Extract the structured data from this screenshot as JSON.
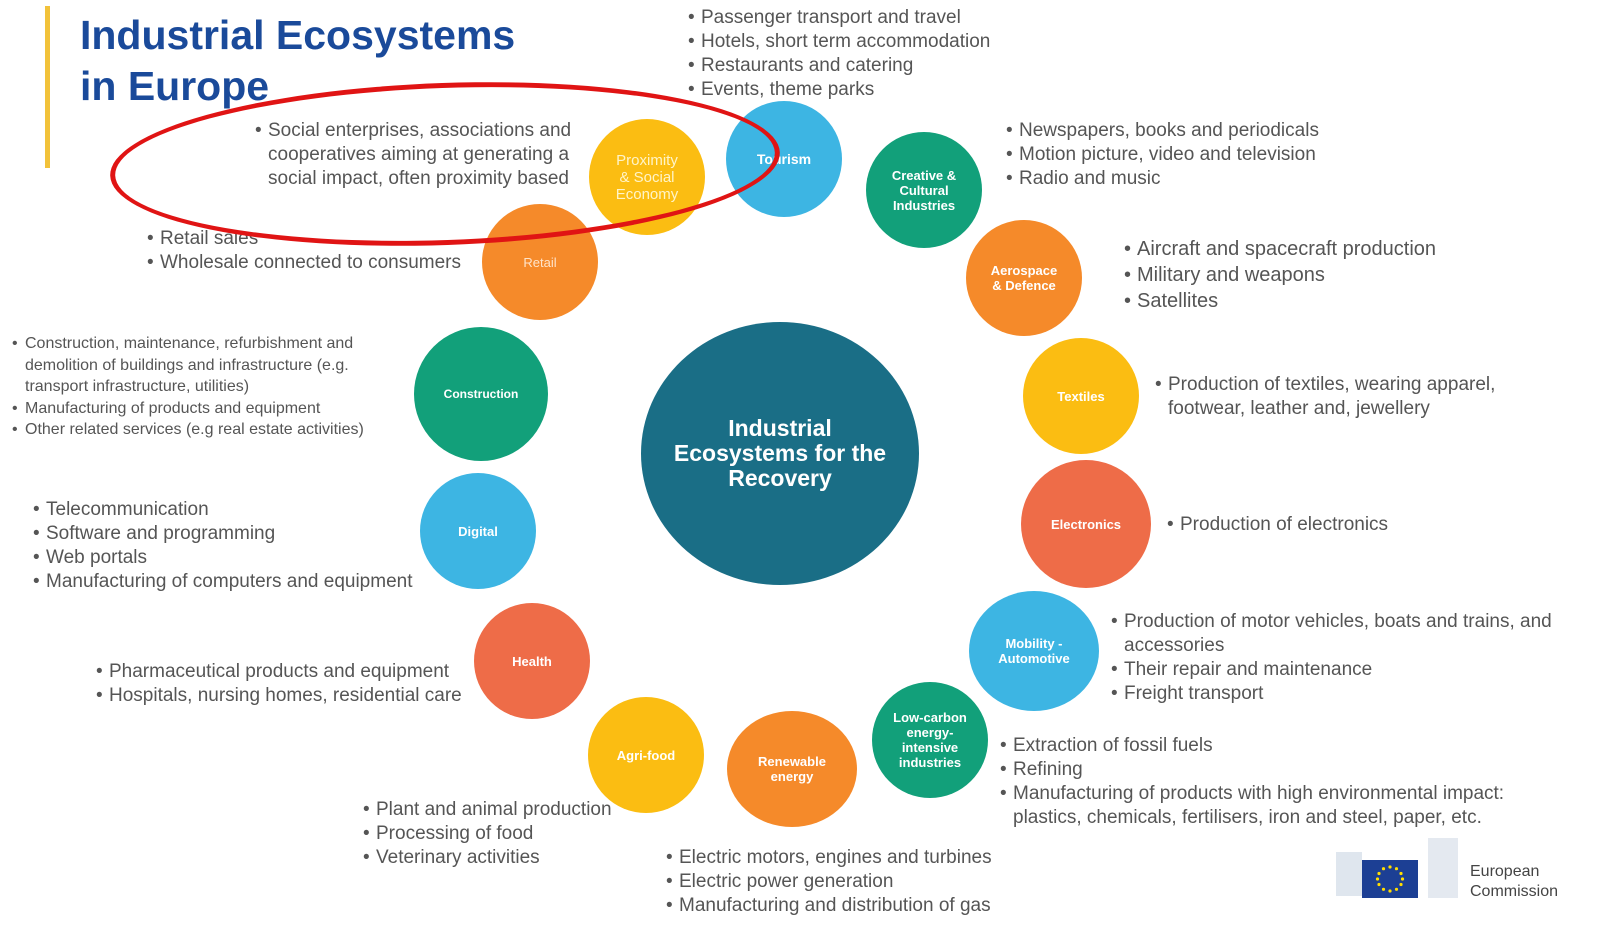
{
  "title": {
    "line1": "Industrial  Ecosystems",
    "line2": "in Europe"
  },
  "center": {
    "label": "Industrial Ecosystems for the Recovery"
  },
  "ecosystems": [
    {
      "label": "Proximity\n& Social\nEconomy",
      "items": [
        "Social enterprises, associations and cooperatives aiming at generating a social impact, often proximity based"
      ]
    },
    {
      "label": "Tourism",
      "items": [
        "Passenger transport and travel",
        "Hotels, short term accommodation",
        "Restaurants and catering",
        "Events, theme parks"
      ]
    },
    {
      "label": "Creative &\nCultural\nIndustries",
      "items": [
        "Newspapers, books and periodicals",
        "Motion picture, video and television",
        "Radio and music"
      ]
    },
    {
      "label": "Aerospace\n& Defence",
      "items": [
        "Aircraft and spacecraft production",
        "Military and weapons",
        "Satellites"
      ]
    },
    {
      "label": "Textiles",
      "items": [
        "Production of textiles, wearing apparel, footwear, leather and, jewellery"
      ]
    },
    {
      "label": "Electronics",
      "items": [
        "Production of electronics"
      ]
    },
    {
      "label": "Mobility -\nAutomotive",
      "items": [
        "Production of motor vehicles, boats and trains, and accessories",
        "Their repair and maintenance",
        "Freight transport"
      ]
    },
    {
      "label": "Low-carbon\nenergy-\nintensive\nindustries",
      "items": [
        "Extraction of fossil fuels",
        "Refining",
        "Manufacturing of products with high environmental impact: plastics, chemicals, fertilisers, iron and steel, paper, etc."
      ]
    },
    {
      "label": "Renewable\nenergy",
      "items": [
        "Electric motors, engines and turbines",
        "Electric power generation",
        "Manufacturing and distribution of gas"
      ]
    },
    {
      "label": "Agri-food",
      "items": [
        "Plant and animal production",
        "Processing of food",
        "Veterinary activities"
      ]
    },
    {
      "label": "Health",
      "items": [
        "Pharmaceutical products and equipment",
        "Hospitals, nursing homes, residential care"
      ]
    },
    {
      "label": "Digital",
      "items": [
        "Telecommunication",
        "Software and programming",
        "Web portals",
        "Manufacturing of computers and equipment"
      ]
    },
    {
      "label": "Construction",
      "items": [
        "Construction, maintenance, refurbishment and demolition of buildings and infrastructure (e.g. transport infrastructure, utilities)",
        "Manufacturing of products and equipment",
        "Other related services (e.g real estate activities)"
      ]
    },
    {
      "label": "Retail",
      "items": [
        "Retail sales",
        "Wholesale connected to consumers"
      ]
    }
  ],
  "logo": {
    "line1": "European",
    "line2": "Commission"
  },
  "colors": {
    "title": "#1a4a9a",
    "orange": "#f58a2a",
    "yellow": "#fbbd12",
    "blue": "#3db5e3",
    "green": "#12a07a",
    "red": "#ee6c48",
    "teal": "#1a6e86",
    "highlight": "#e01414"
  }
}
